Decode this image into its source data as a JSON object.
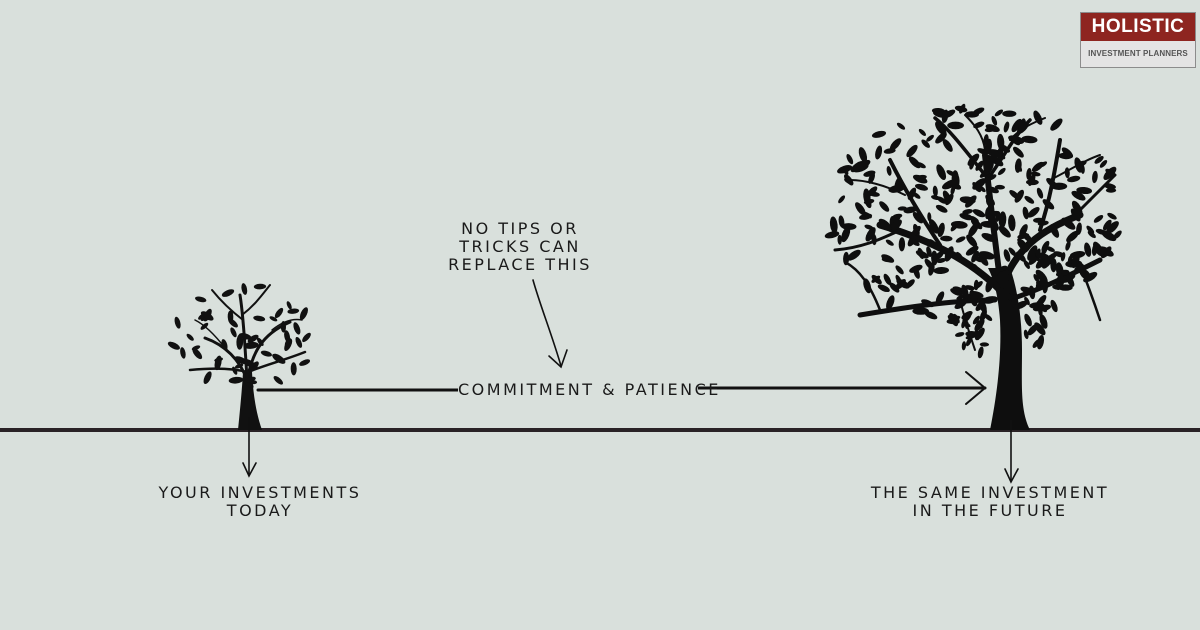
{
  "logo": {
    "brand": "HOLISTIC",
    "tagline": "INVESTMENT PLANNERS",
    "brand_color": "#8e2520"
  },
  "diagram": {
    "annotation_lines": [
      "NO TIPS OR",
      "TRICKS CAN",
      "REPLACE THIS"
    ],
    "arrow_label": "COMMITMENT & PATIENCE",
    "left_caption": [
      "YOUR INVESTMENTS",
      "TODAY"
    ],
    "right_caption": [
      "THE SAME INVESTMENT",
      "IN THE FUTURE"
    ]
  },
  "icons": {
    "small_tree": "sapling-tree-icon",
    "large_tree": "mature-tree-icon"
  },
  "colors": {
    "background": "#d9e0dc",
    "ink": "#1a1a1a"
  }
}
